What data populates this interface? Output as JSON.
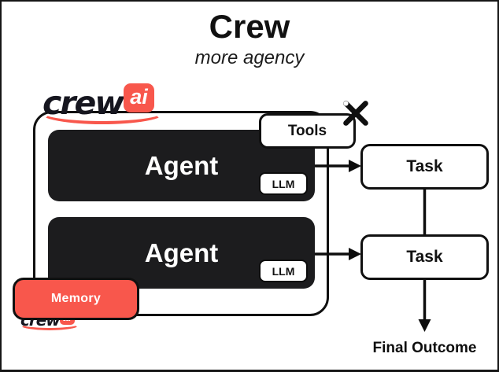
{
  "header": {
    "title": "Crew",
    "subtitle": "more agency"
  },
  "logo": {
    "word": "crew",
    "badge": "ai"
  },
  "crew": {
    "tools_label": "Tools",
    "agents": [
      {
        "label": "Agent",
        "llm_label": "LLM"
      },
      {
        "label": "Agent",
        "llm_label": "LLM"
      }
    ],
    "memory_label": "Memory"
  },
  "tasks": [
    {
      "label": "Task"
    },
    {
      "label": "Task"
    }
  ],
  "final_outcome": "Final Outcome",
  "colors": {
    "accent": "#F8574C",
    "agent_box": "#1C1C1E",
    "line": "#0D0D0D"
  }
}
